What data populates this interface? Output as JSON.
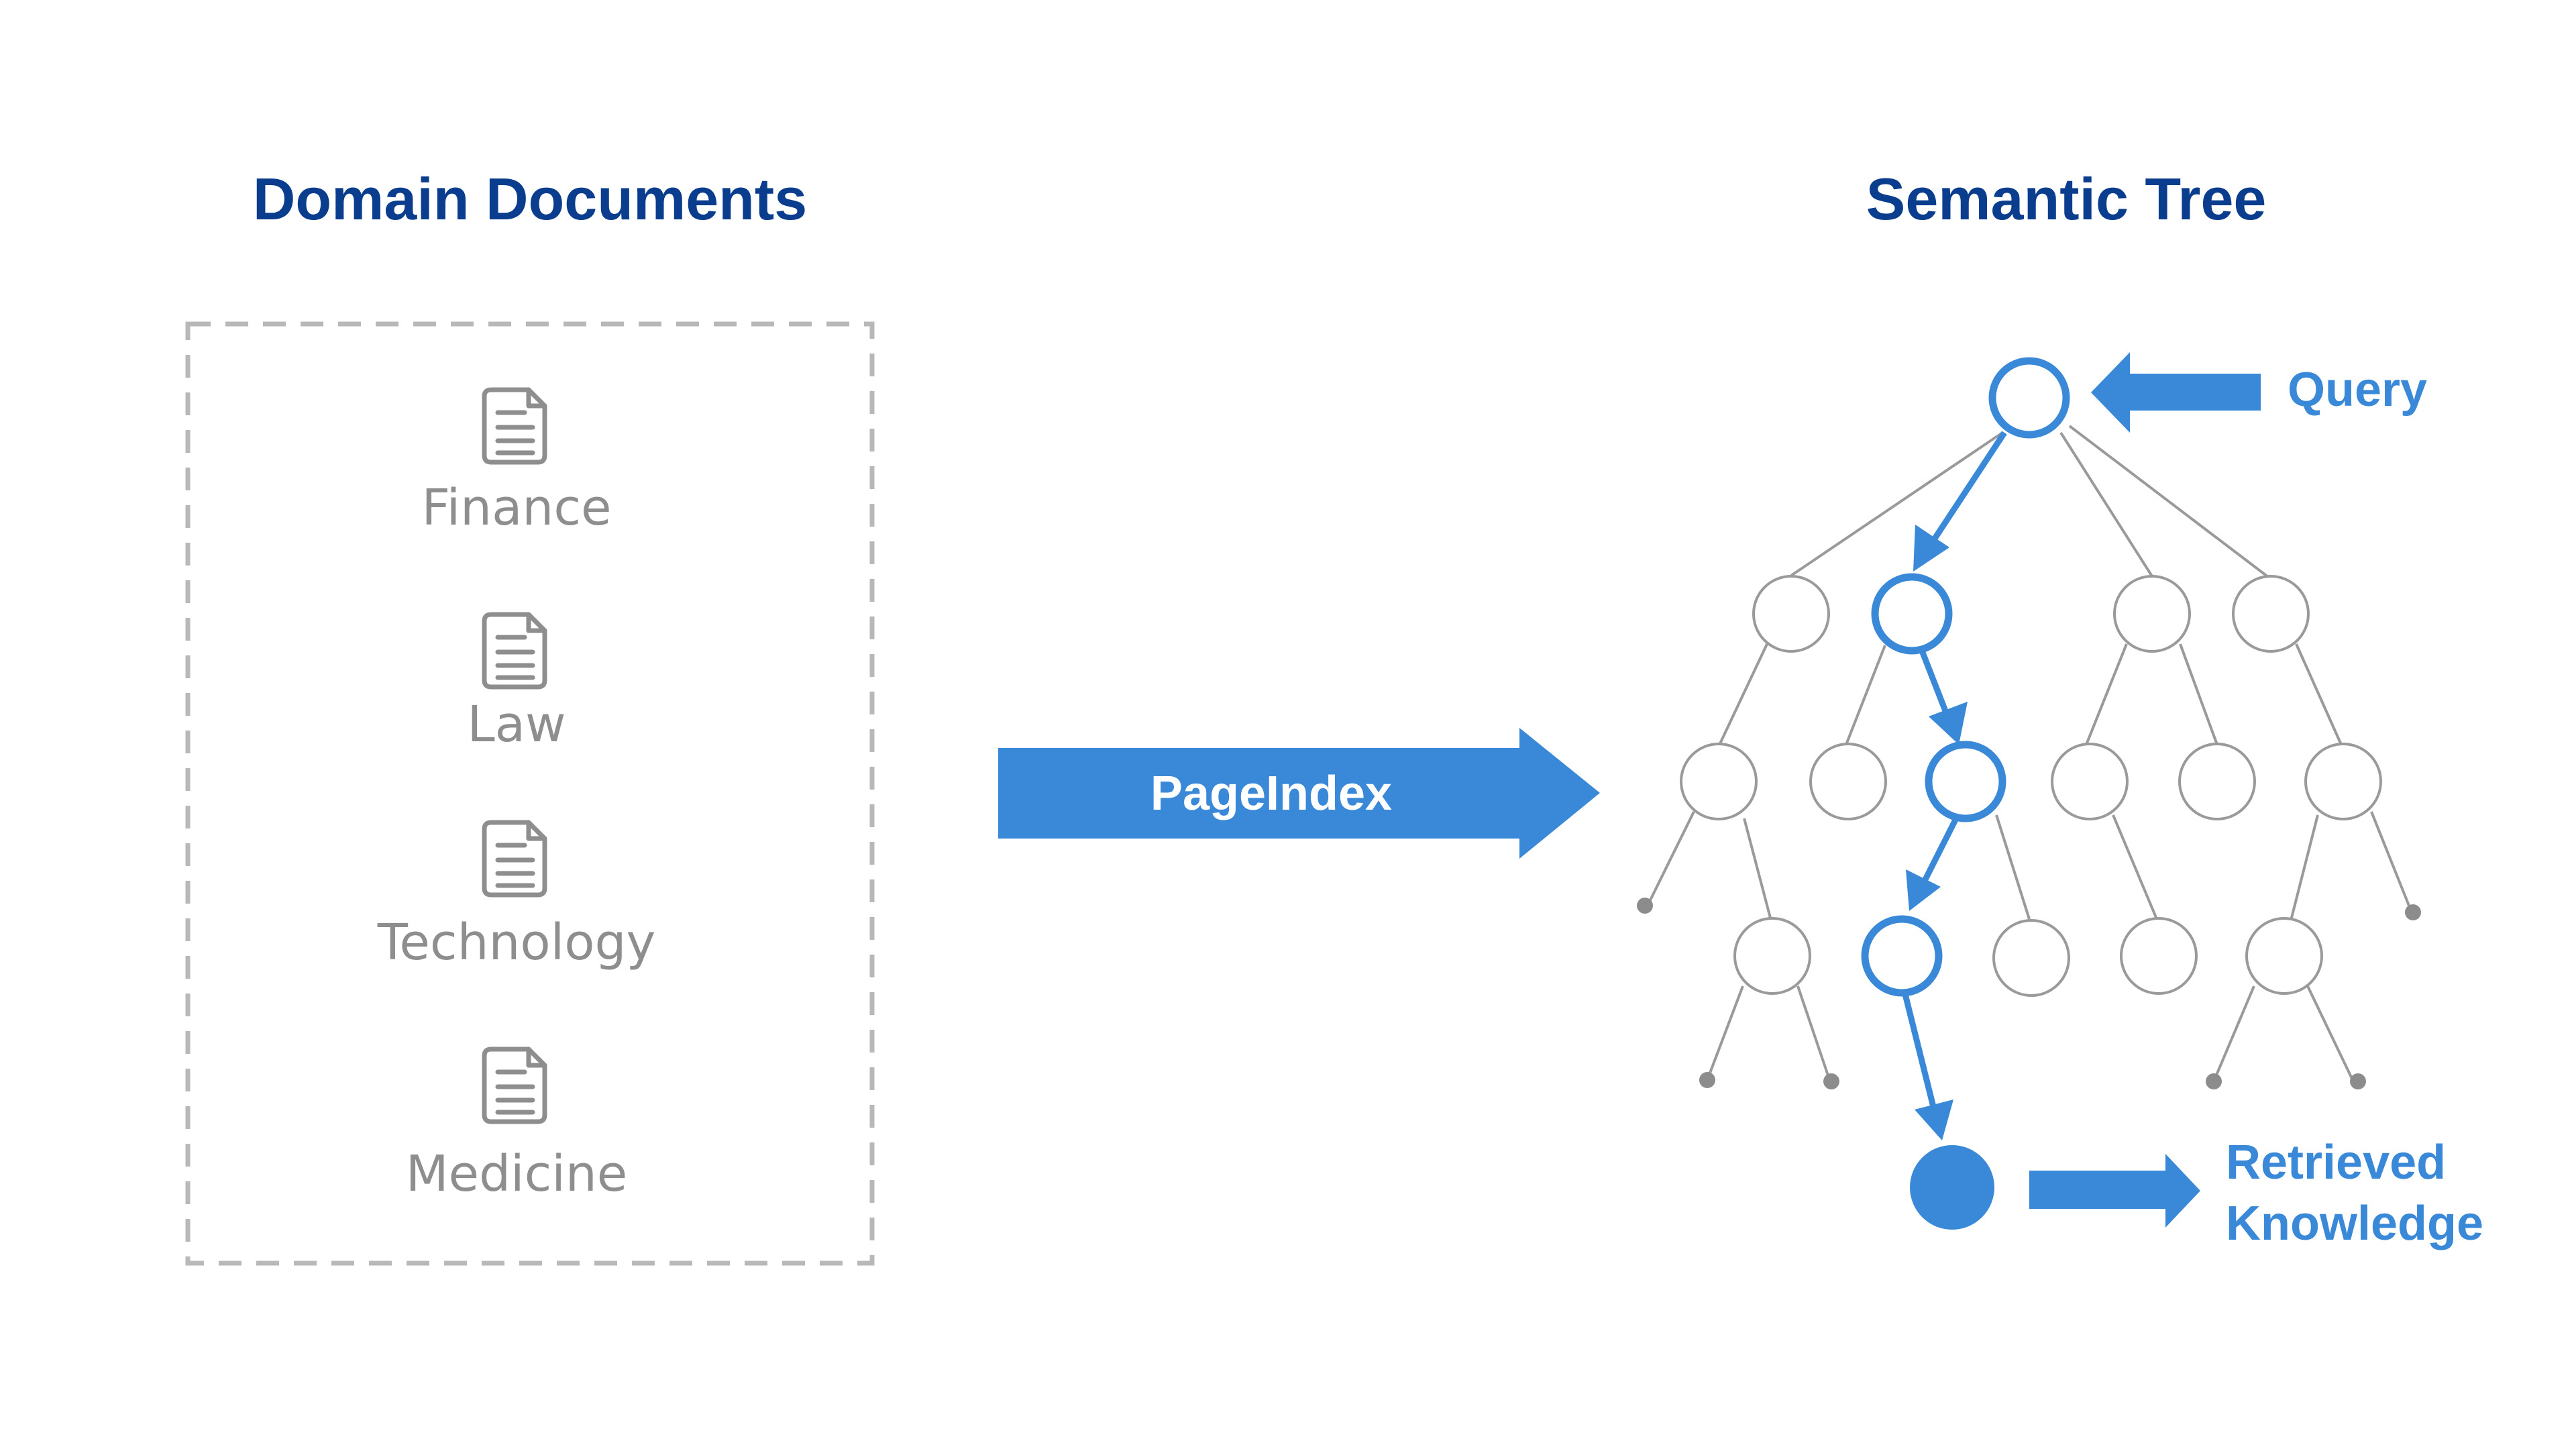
{
  "headings": {
    "left": "Domain Documents",
    "right": "Semantic Tree"
  },
  "documents": [
    {
      "label": "Finance",
      "icon": "document-icon"
    },
    {
      "label": "Law",
      "icon": "document-icon"
    },
    {
      "label": "Technology",
      "icon": "document-icon"
    },
    {
      "label": "Medicine",
      "icon": "document-icon"
    }
  ],
  "main_arrow": {
    "label": "PageIndex"
  },
  "query": {
    "label": "Query"
  },
  "result": {
    "line1": "Retrieved",
    "line2": "Knowledge"
  },
  "colors": {
    "heading": "#0b3d8f",
    "accent": "#3a88d8",
    "muted": "#8e8e8e",
    "box_border": "#b8b8b8"
  }
}
